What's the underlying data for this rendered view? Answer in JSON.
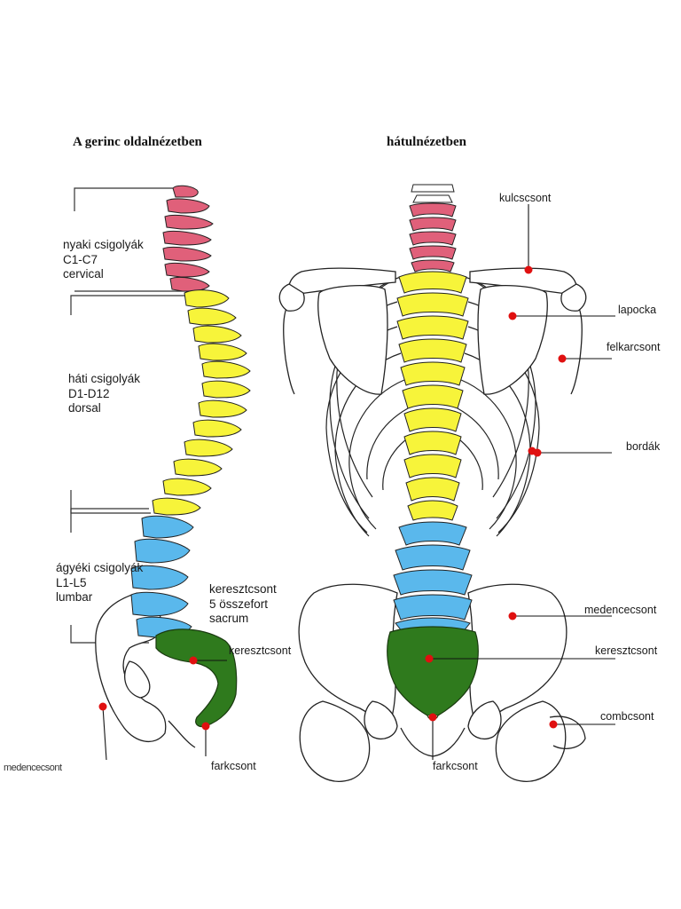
{
  "titles": {
    "side_view": "A gerinc oldalnézetben",
    "back_view": "hátulnézetben"
  },
  "colors": {
    "cervical": "#e0607a",
    "thoracic": "#f7f43a",
    "lumbar": "#5ab8ec",
    "sacrum": "#2f7a1d",
    "marker": "#e01010",
    "outline": "#222222"
  },
  "side_groups": {
    "cervical": {
      "line1": "nyaki csigolyák",
      "line2": "C1-C7",
      "line3": "cervical"
    },
    "thoracic": {
      "line1": "háti csigolyák",
      "line2": "D1-D12",
      "line3": "dorsal"
    },
    "lumbar": {
      "line1": "ágyéki csigolyák",
      "line2": "L1-L5",
      "line3": "lumbar"
    },
    "sacrum_note": {
      "line1": "keresztcsont",
      "line2": "5 összefort",
      "line3": "sacrum"
    }
  },
  "side_labels": {
    "sacrum": "keresztcsont",
    "coccyx": "farkcsont",
    "pelvis_scribble": "medencecsont"
  },
  "back_labels": {
    "clavicle": "kulcscsont",
    "scapula": "lapocka",
    "humerus": "felkarcsont",
    "ribs": "bordák",
    "pelvis": "medencecsont",
    "sacrum": "keresztcsont",
    "femur": "combcsont",
    "coccyx": "farkcsont"
  }
}
